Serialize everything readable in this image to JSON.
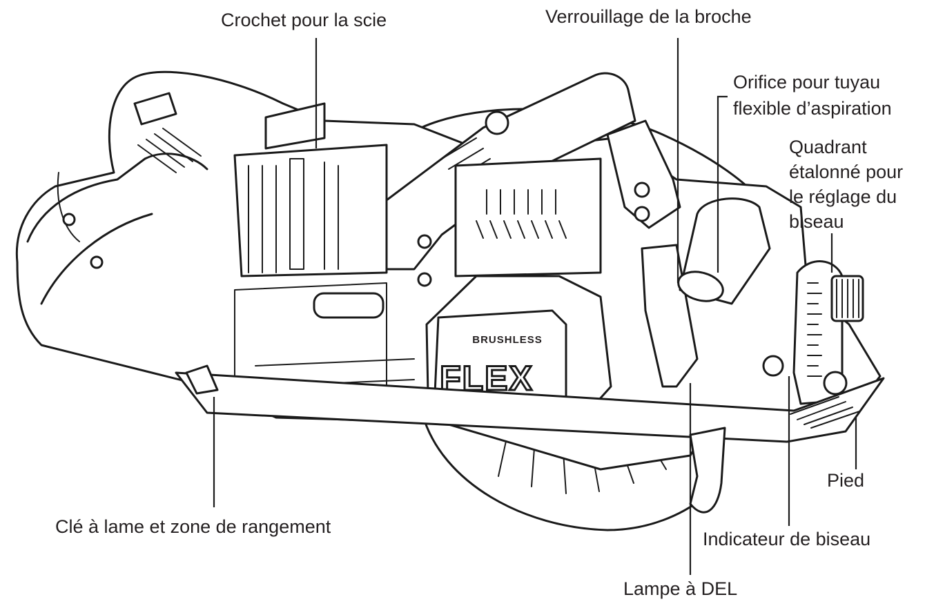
{
  "diagram": {
    "labels": {
      "saw_hook": "Crochet pour la scie",
      "spindle_lock": "Verrouillage de la broche",
      "dust_port": [
        "Orifice pour tuyau",
        "flexible d’aspiration"
      ],
      "bevel_quadrant": [
        "Quadrant",
        "étalonné pour",
        "le réglage du",
        "biseau"
      ],
      "shoe": "Pied",
      "bevel_indicator": "Indicateur de biseau",
      "led_light": "Lampe à DEL",
      "blade_wrench": "Clé à lame et zone de rangement"
    },
    "product_marks": {
      "brand": "FLEX",
      "motor": "BRUSHLESS"
    }
  }
}
